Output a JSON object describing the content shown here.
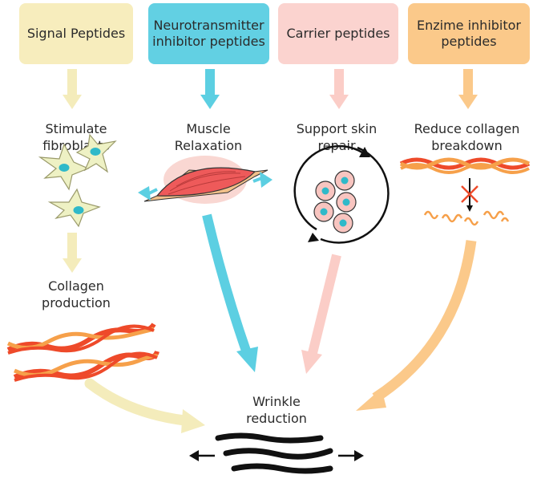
{
  "colors": {
    "signal": "#f7edbd",
    "neuro": "#62d0e3",
    "carrier": "#fbd3cf",
    "enzyme": "#fbc98a",
    "signal_arrow": "#f4ecbb",
    "neuro_arrow": "#5ccfe2",
    "carrier_arrow": "#fbcdc7",
    "enzyme_arrow": "#fbc98a",
    "collagen_red": "#ee4a2a",
    "collagen_orange": "#f6a04a",
    "fibroblast": "#eef1c4",
    "nucleus": "#2fb9c9",
    "muscle": "#ee5a5a",
    "cell": "#f8c5c0"
  },
  "boxes": {
    "signal": "Signal Peptides",
    "neuro": "Neurotransmitter inhibitor peptides",
    "carrier": "Carrier peptides",
    "enzyme": "Enzime inhibitor peptides"
  },
  "effects": {
    "signal": "Stimulate fibroblasts",
    "neuro": "Muscle Relaxation",
    "carrier": "Support skin repair",
    "enzyme": "Reduce collagen breakdown"
  },
  "collagen_production": "Collagen production",
  "result": "Wrinkle reduction",
  "icons": {
    "fibroblasts": "fibroblast-cells-icon",
    "muscle": "muscle-fiber-icon",
    "cells": "skin-cells-cycle-icon",
    "broken_collagen": "collagen-breakdown-icon",
    "collagen": "collagen-fibers-icon",
    "wrinkle": "wrinkle-lines-icon"
  }
}
